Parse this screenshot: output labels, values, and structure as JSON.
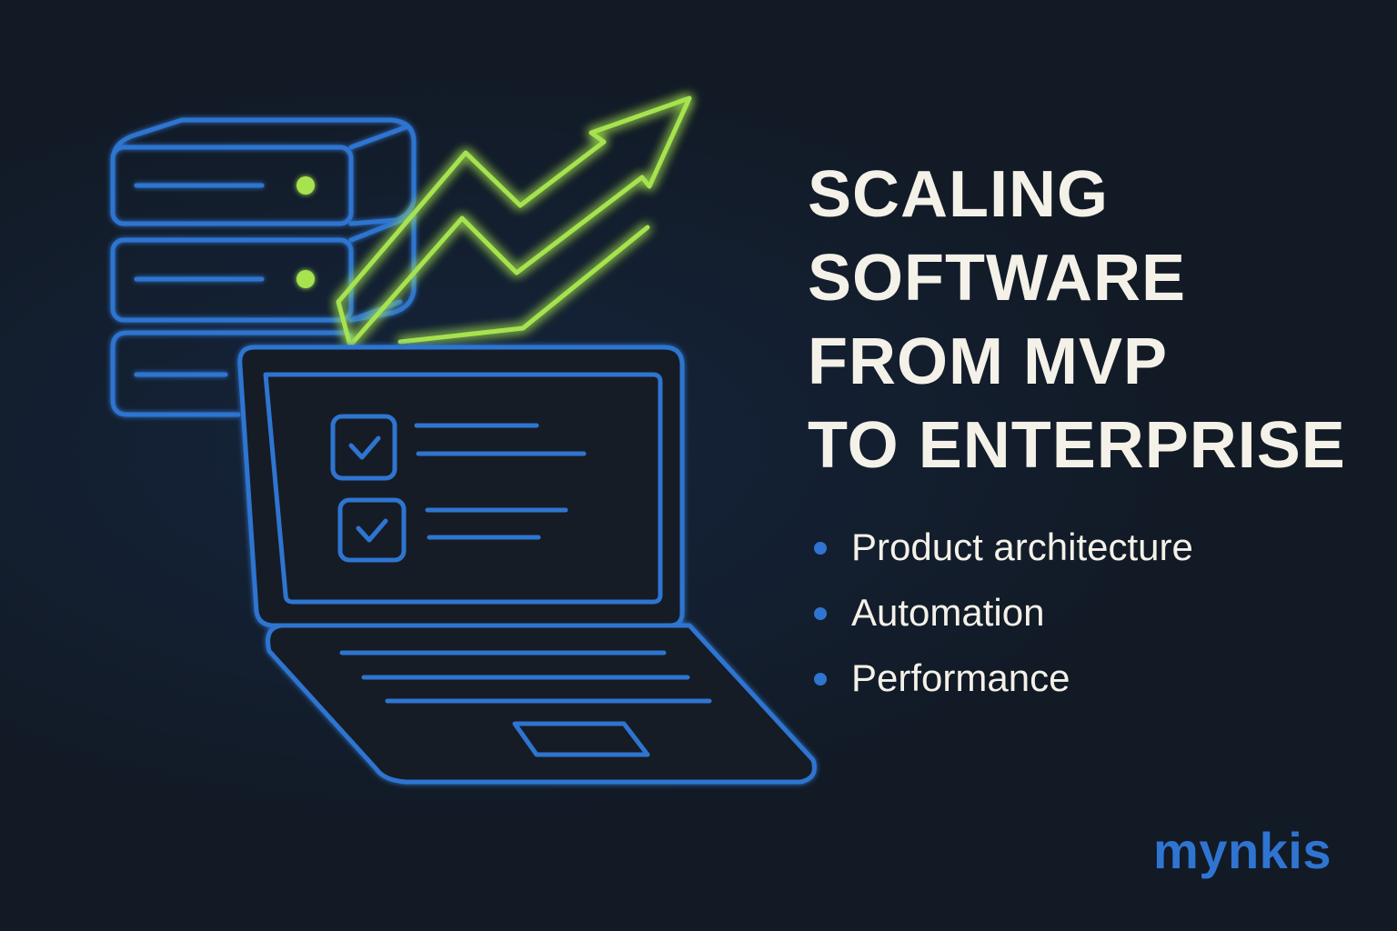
{
  "headline": {
    "lines": [
      "SCALING",
      "SOFTWARE",
      "FROM MVP",
      "TO ENTERPRISE"
    ]
  },
  "features": [
    {
      "label": "Product architecture"
    },
    {
      "label": "Automation"
    },
    {
      "label": "Performance"
    }
  ],
  "brand": {
    "name": "mynkis"
  },
  "colors": {
    "background": "#121a26",
    "line_blue": "#2f74d0",
    "accent_green": "#a6e34f",
    "headline_text": "#f4f1e8"
  },
  "icons": [
    "server-stack-icon",
    "growth-arrow-icon",
    "laptop-icon",
    "checkbox-checked-icon"
  ]
}
